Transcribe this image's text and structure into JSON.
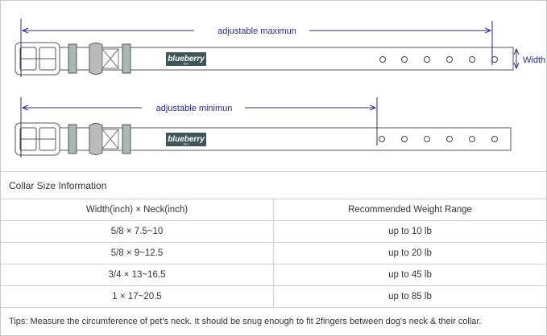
{
  "diagram": {
    "max_label": "adjustable maximun",
    "min_label": "adjustable minimun",
    "width_label": "Width",
    "brand": "blueberry",
    "brand_sub": "PET",
    "colors": {
      "arrow": "#2a2a8a",
      "logo": "#3f5658",
      "keeper": "#a9b7b7"
    }
  },
  "table": {
    "title": "Collar Size Information",
    "headers": [
      "Width(inch)  ×  Neck(inch)",
      "Recommended Weight Range"
    ],
    "rows": [
      [
        "5/8 × 7.5~10",
        "up to 10 lb"
      ],
      [
        "5/8 × 9~12.5",
        "up to 20 lb"
      ],
      [
        "3/4 × 13~16.5",
        "up to 45 lb"
      ],
      [
        "1 × 17~20.5",
        "up to 85 lb"
      ]
    ],
    "tip": "Tips: Measure the circumference of pet's neck. It should be snug enough to fit 2fingers between dog's neck & their collar."
  }
}
